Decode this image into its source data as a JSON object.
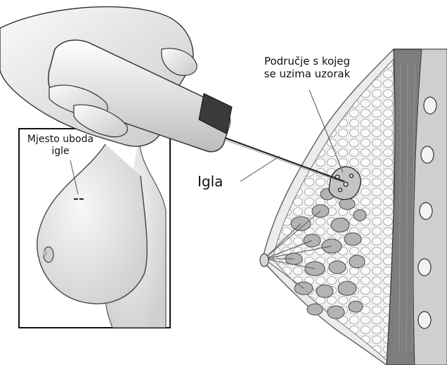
{
  "labels": {
    "sample_area_line1": "Područje s kojeg",
    "sample_area_line2": "se uzima uzorak",
    "needle": "Igla",
    "puncture_line1": "Mjesto uboda",
    "puncture_line2": "igle"
  }
}
